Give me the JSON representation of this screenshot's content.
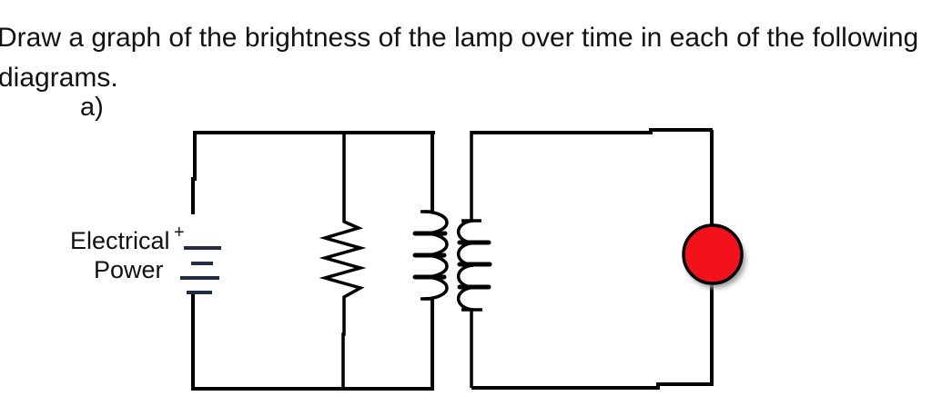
{
  "question": {
    "line1": "Draw a graph of the brightness of the lamp over time in each of the following",
    "line2": "diagrams.",
    "part_label": "a)"
  },
  "circuit": {
    "source_label": {
      "line1": "Electrical",
      "line2": "Power",
      "plus": "+"
    }
  },
  "colors": {
    "wire": "#000000",
    "battery_plate": "#232c45",
    "lamp_fill": "#f3121b",
    "lamp_stroke": "#000000",
    "lamp_shadow": "#9a9a9a"
  }
}
